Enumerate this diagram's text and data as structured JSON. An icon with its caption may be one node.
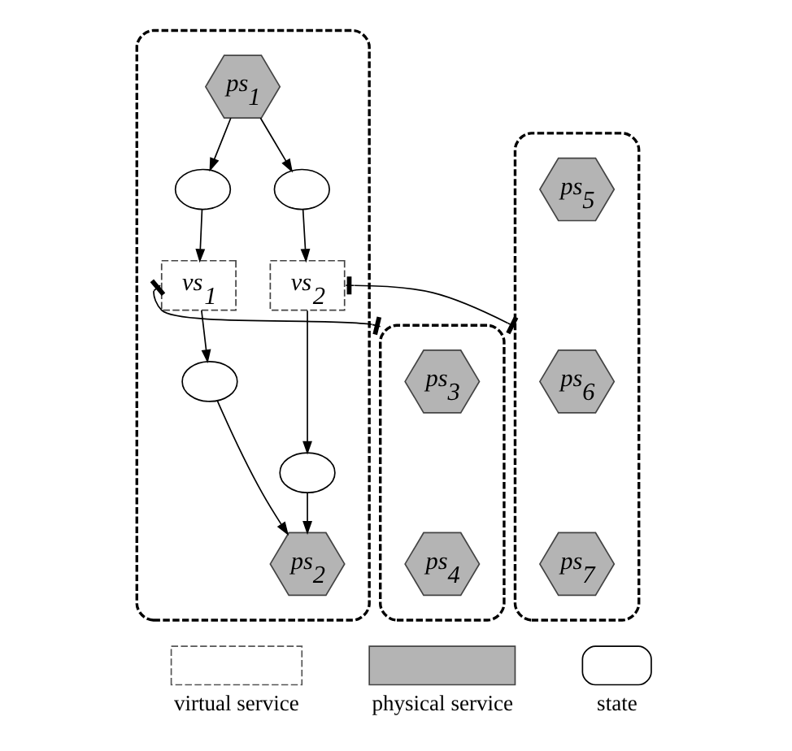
{
  "diagram": {
    "nodes": [
      {
        "text": [],
        "shape": "box"
      },
      {
        "text": [
          "ps$_{3}$"
        ],
        "in": 0
      },
      {
        "text": [
          "ps$_{4}$"
        ],
        "in": 0
      },
      {
        "text": [],
        "shape": "box"
      },
      {
        "text": [
          "ps$_{1}$"
        ],
        "in": 3
      },
      {
        "text": [],
        "shape": "circle",
        "in": 3
      },
      {
        "text": [],
        "shape": "circle",
        "in": 3
      },
      {
        "text": [
          "vs$_{1}$"
        ],
        "in": 3
      },
      {
        "text": [
          "vs$_{2}$"
        ],
        "in": 3
      },
      {
        "text": [],
        "shape": "circle",
        "in": 3
      },
      {
        "text": [],
        "shape": "circle",
        "in": 3
      },
      {
        "text": [
          "ps$_{2}$"
        ],
        "in": 3
      },
      {
        "text": [],
        "shape": "box"
      },
      {
        "text": [
          "ps$_{5}$"
        ],
        "in": 12
      },
      {
        "text": [
          "ps$_{6}$"
        ],
        "in": 12
      },
      {
        "text": [
          "ps$_{7}$"
        ],
        "in": 12
      }
    ],
    "edges": [
      {
        "from": 4,
        "to": 5,
        "arrow": "to"
      },
      {
        "from": 4,
        "to": 6,
        "arrow": "to"
      },
      {
        "from": 5,
        "to": 7,
        "arrow": "to"
      },
      {
        "from": 6,
        "to": 8,
        "arrow": "to"
      },
      {
        "from": 7,
        "to": 9,
        "arrow": "to"
      },
      {
        "from": 8,
        "to": 10,
        "arrow": "to"
      },
      {
        "from": 9,
        "to": 11,
        "arrow": "to"
      },
      {
        "from": 10,
        "to": 11,
        "arrow": "to"
      },
      {
        "from": 7,
        "to": 0,
        "arrow": "other"
      },
      {
        "from": 8,
        "to": 12,
        "arrow": "other"
      }
    ],
    "legend": [
      {
        "text": "virtual service"
      },
      {
        "text": "physical service"
      },
      {
        "text": "state"
      }
    ]
  }
}
